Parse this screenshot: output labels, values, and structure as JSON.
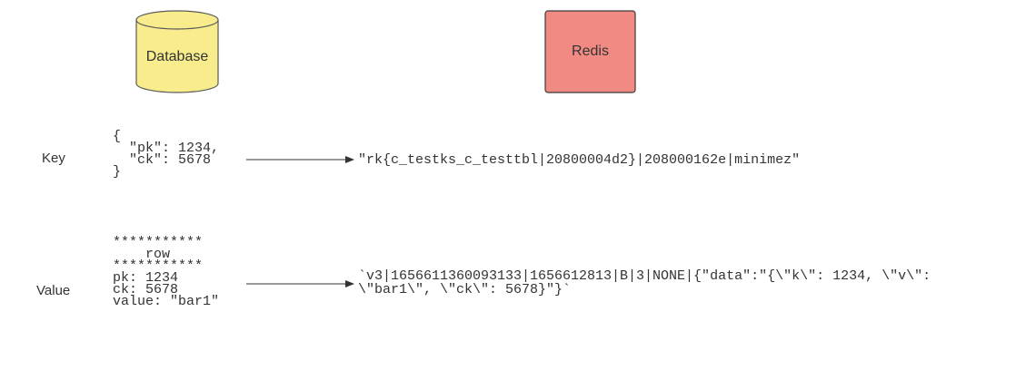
{
  "nodes": {
    "database": {
      "label": "Database",
      "fill": "#f8ec8c",
      "stroke": "#5a5a5a"
    },
    "redis": {
      "label": "Redis",
      "fill": "#f08a82",
      "stroke": "#3a3a3a"
    }
  },
  "rows": {
    "key": {
      "label": "Key",
      "source": "{\n  \"pk\": 1234,\n  \"ck\": 5678\n}",
      "target": "\"rk{c_testks_c_testtbl|20800004d2}|208000162e|minimez\""
    },
    "value": {
      "label": "Value",
      "source": "***********\n    row\n***********\npk: 1234\nck: 5678\nvalue: \"bar1\"",
      "target": "`v3|1656611360093133|1656612813|B|3|NONE|{\"data\":\"{\\\"k\\\": 1234, \\\"v\\\":\n\\\"bar1\\\", \\\"ck\\\": 5678}\"}`"
    }
  },
  "colors": {
    "text": "#333333",
    "arrow": "#333333"
  }
}
